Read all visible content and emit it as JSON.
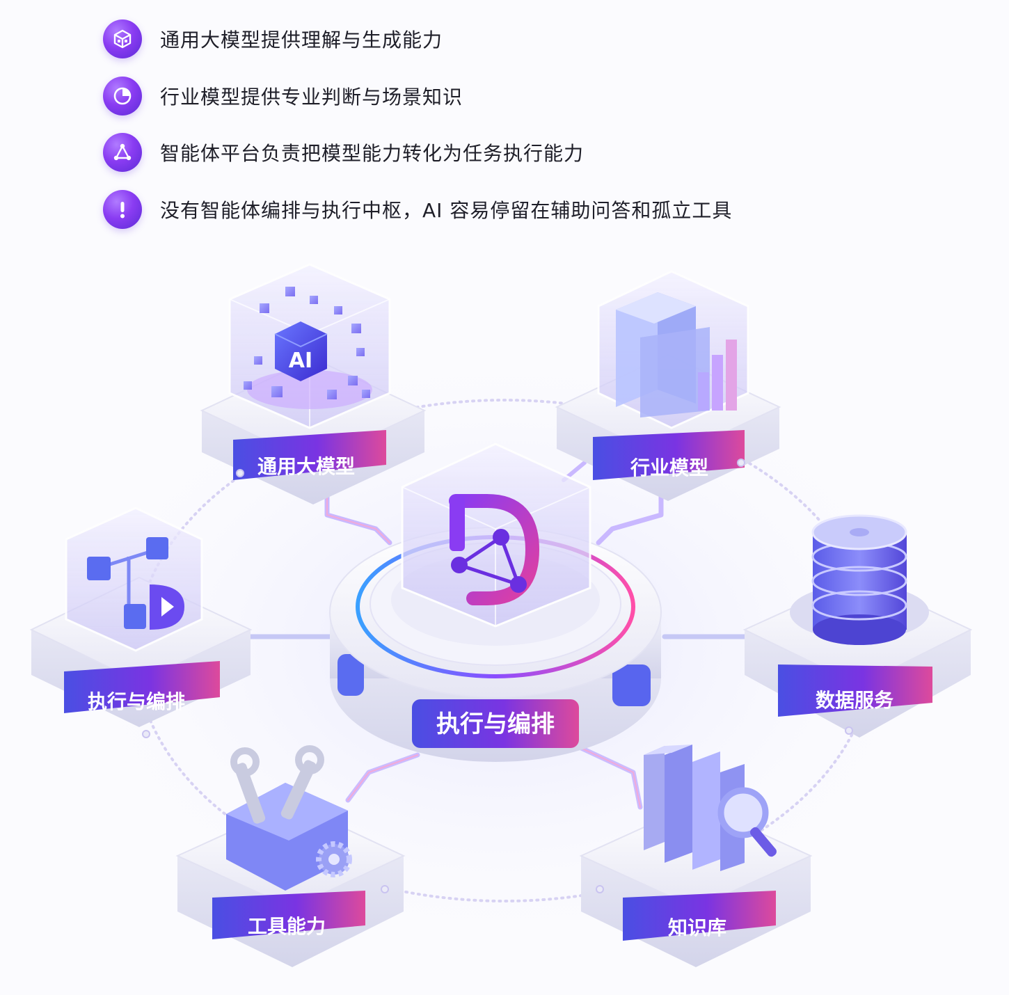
{
  "bullets": [
    {
      "icon": "cube-network-icon",
      "text": "通用大模型提供理解与生成能力"
    },
    {
      "icon": "pie-chart-icon",
      "text": "行业模型提供专业判断与场景知识"
    },
    {
      "icon": "triangle-nodes-icon",
      "text": "智能体平台负责把模型能力转化为任务执行能力"
    },
    {
      "icon": "exclamation-icon",
      "text": "没有智能体编排与执行中枢，AI 容易停留在辅助问答和孤立工具"
    }
  ],
  "diagram": {
    "center_label": "执行与编排",
    "center_logo": "D",
    "nodes": {
      "general_model": {
        "label": "通用大模型",
        "cube_text": "AI"
      },
      "industry_model": {
        "label": "行业模型"
      },
      "orchestration": {
        "label": "执行与编排"
      },
      "data_service": {
        "label": "数据服务"
      },
      "tools": {
        "label": "工具能力"
      },
      "knowledge": {
        "label": "知识库"
      }
    }
  },
  "colors": {
    "accent_purple": "#6a35e6",
    "accent_blue": "#4a5ae8",
    "accent_pink": "#e0459a",
    "text_dark": "#1e1e28"
  }
}
